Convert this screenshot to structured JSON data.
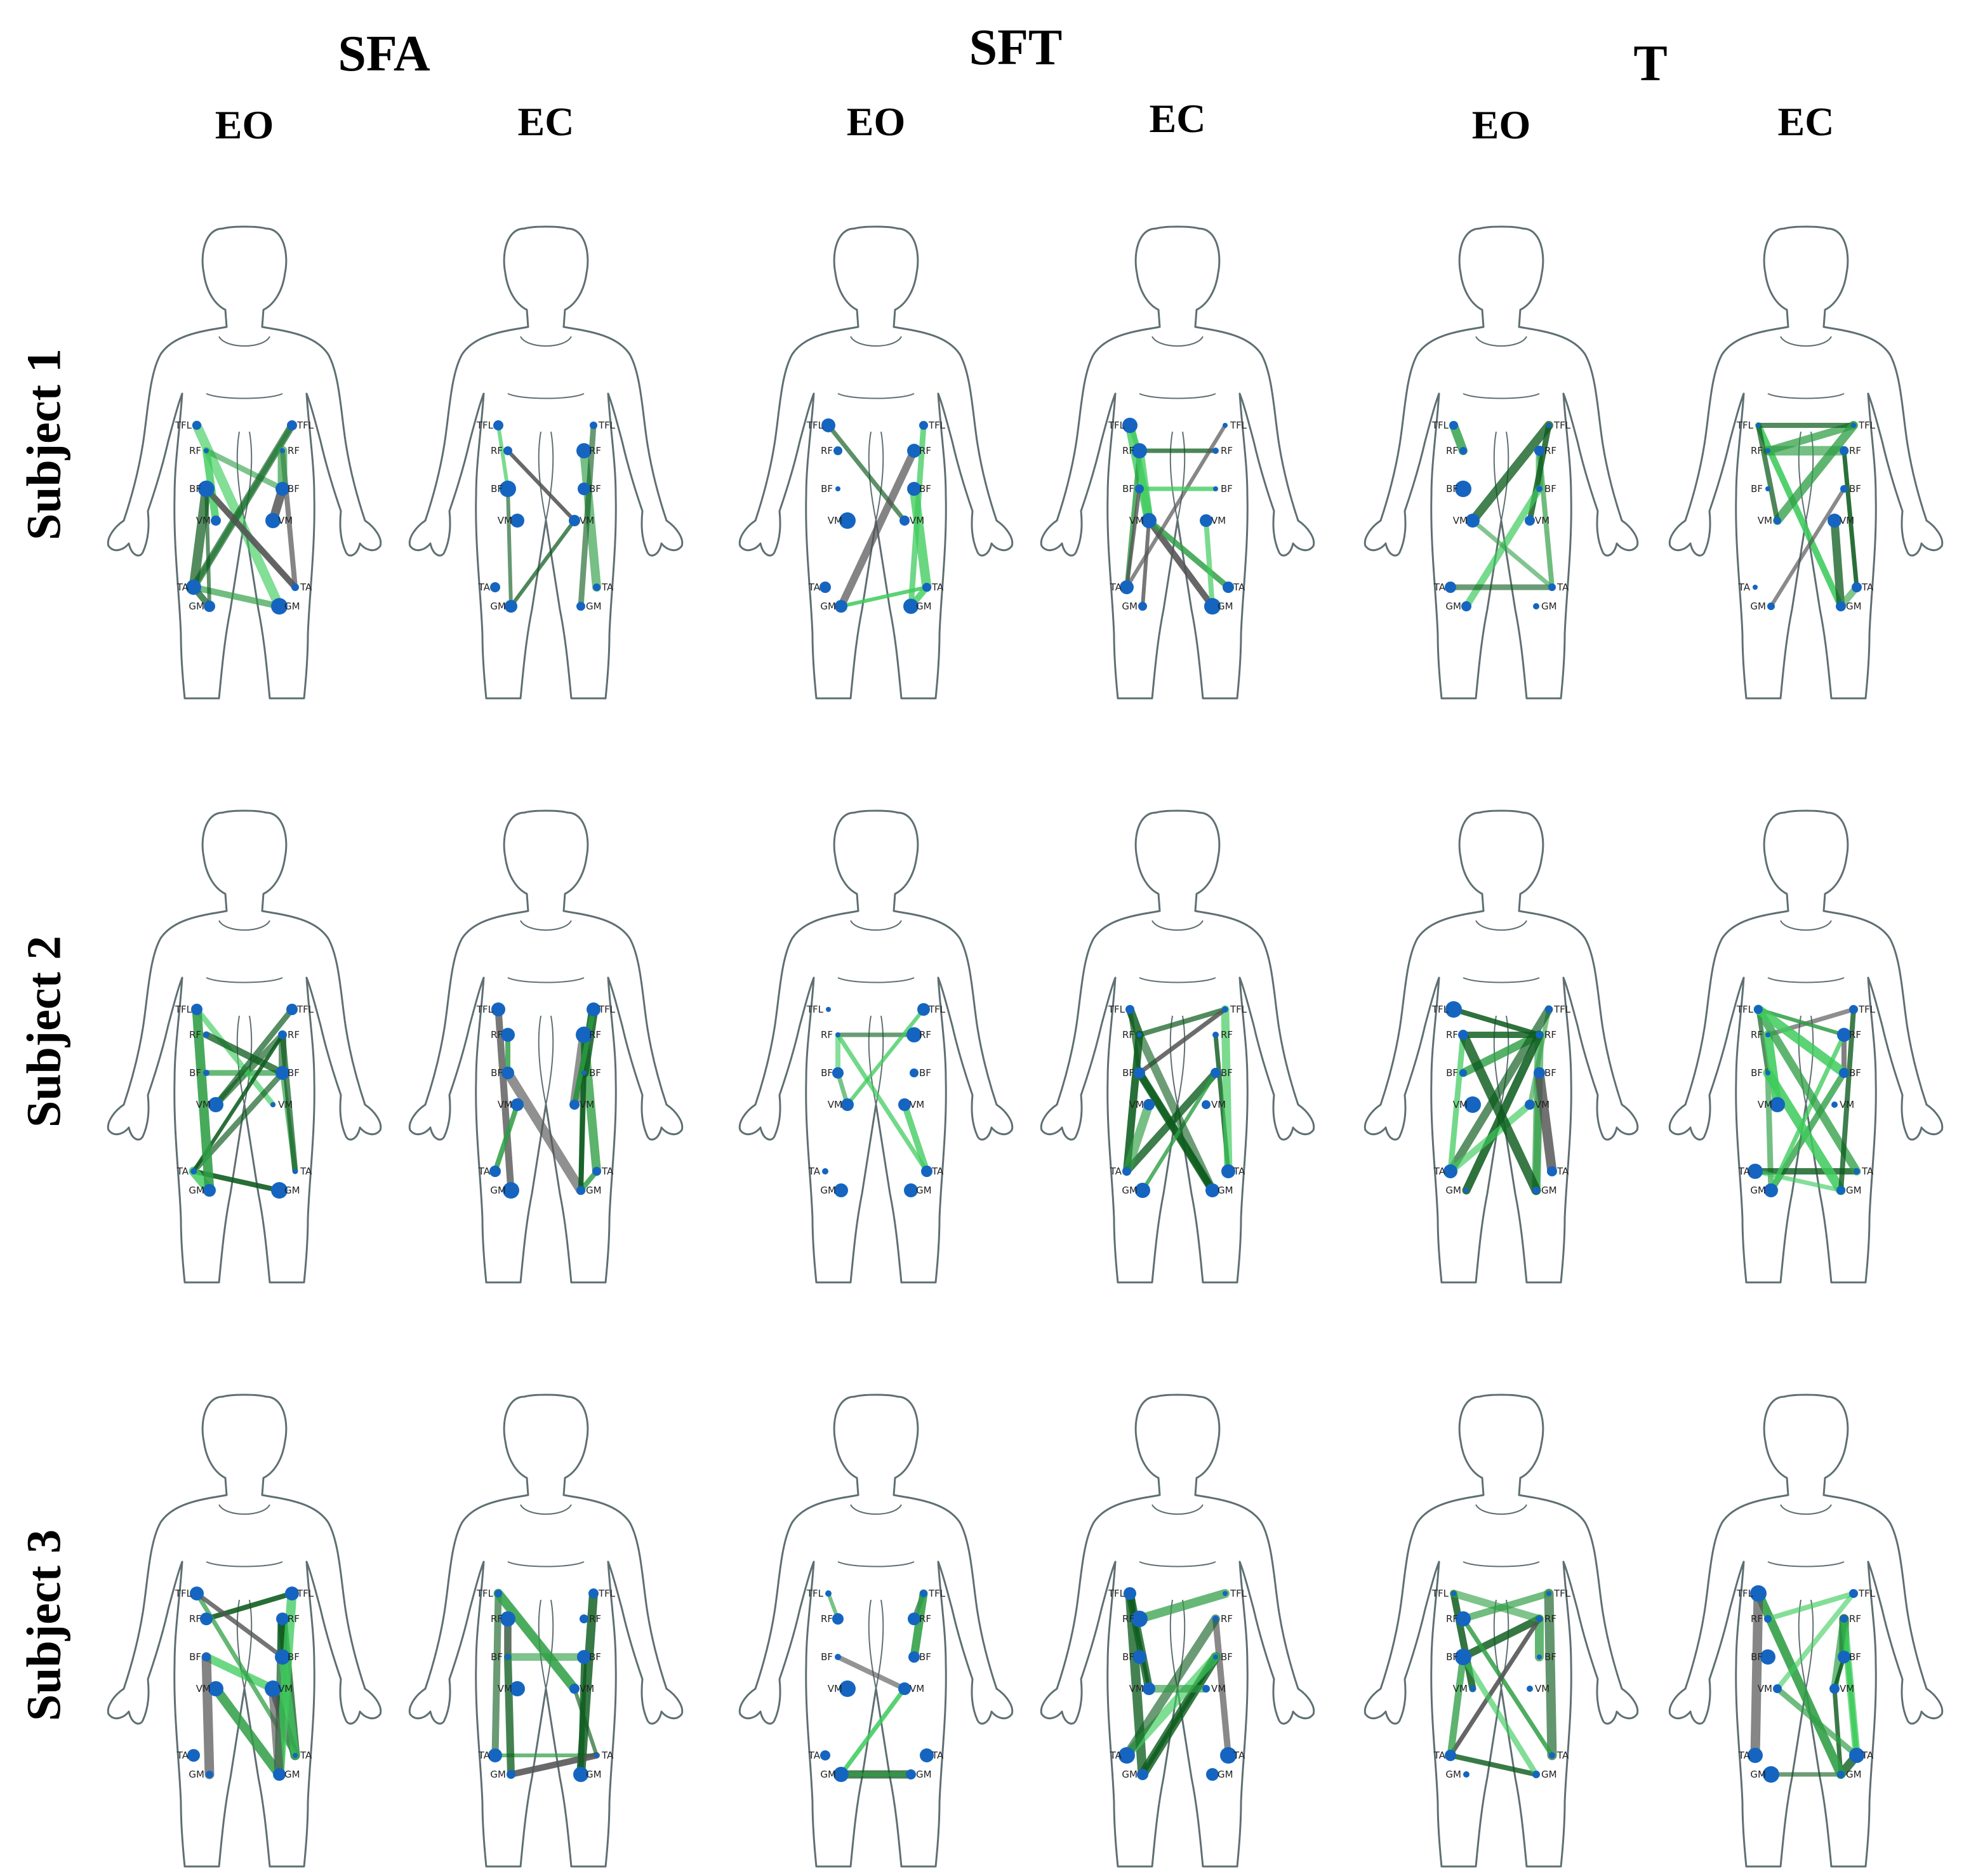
{
  "groups": [
    "SFA",
    "SFT",
    "T"
  ],
  "conditions": [
    "EO",
    "EC"
  ],
  "subjects": [
    "Subject 1",
    "Subject 2",
    "Subject 3"
  ],
  "muscles": {
    "left": [
      "TFL",
      "RF",
      "BF",
      "VM",
      "TA",
      "GM"
    ],
    "right": [
      "TFL",
      "RF",
      "BF",
      "VM",
      "TA",
      "GM"
    ]
  },
  "colors": {
    "outline": "#5f6f73",
    "node": "#1565c0",
    "edge_strong": "#0d5c1e",
    "edge_medium": "#2e9e44",
    "edge_light": "#3ecb5c",
    "edge_gray": "#555555"
  }
}
